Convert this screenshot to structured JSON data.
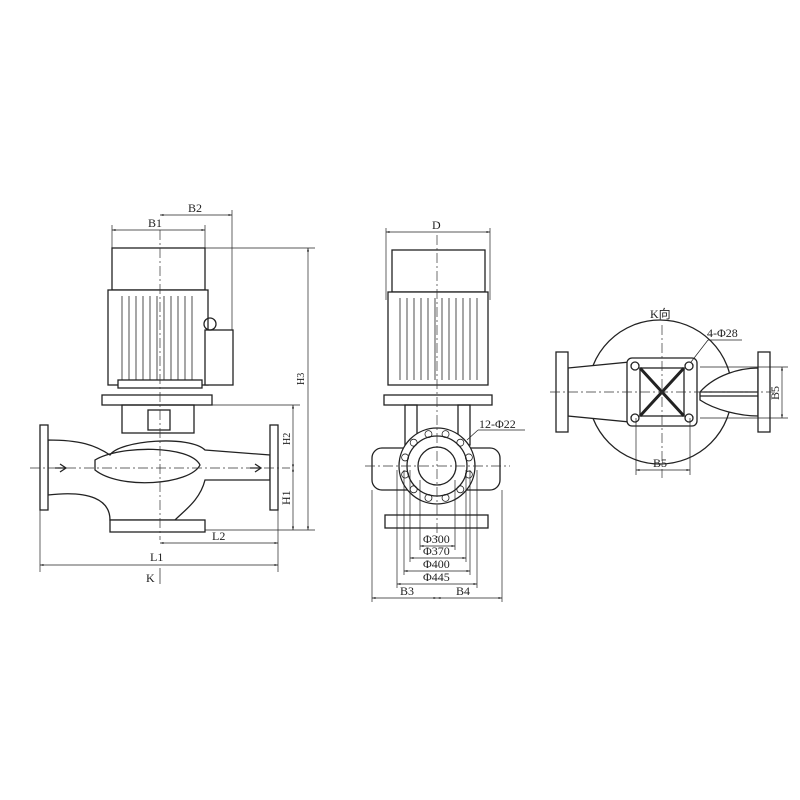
{
  "front_view": {
    "labels": {
      "b1": "B1",
      "b2": "B2",
      "h1": "H1",
      "h2": "H2",
      "h3": "H3",
      "l1": "L1",
      "l2": "L2",
      "k": "K"
    }
  },
  "side_view": {
    "labels": {
      "d": "D",
      "bolt_holes": "12-Φ22",
      "phi300": "Φ300",
      "phi370": "Φ370",
      "phi400": "Φ400",
      "phi445": "Φ445",
      "b3": "B3",
      "b4": "B4"
    }
  },
  "k_view": {
    "title": "K向",
    "labels": {
      "mount_holes": "4-Φ28",
      "b5_horizontal": "B5",
      "b5_vertical": "B5"
    }
  }
}
